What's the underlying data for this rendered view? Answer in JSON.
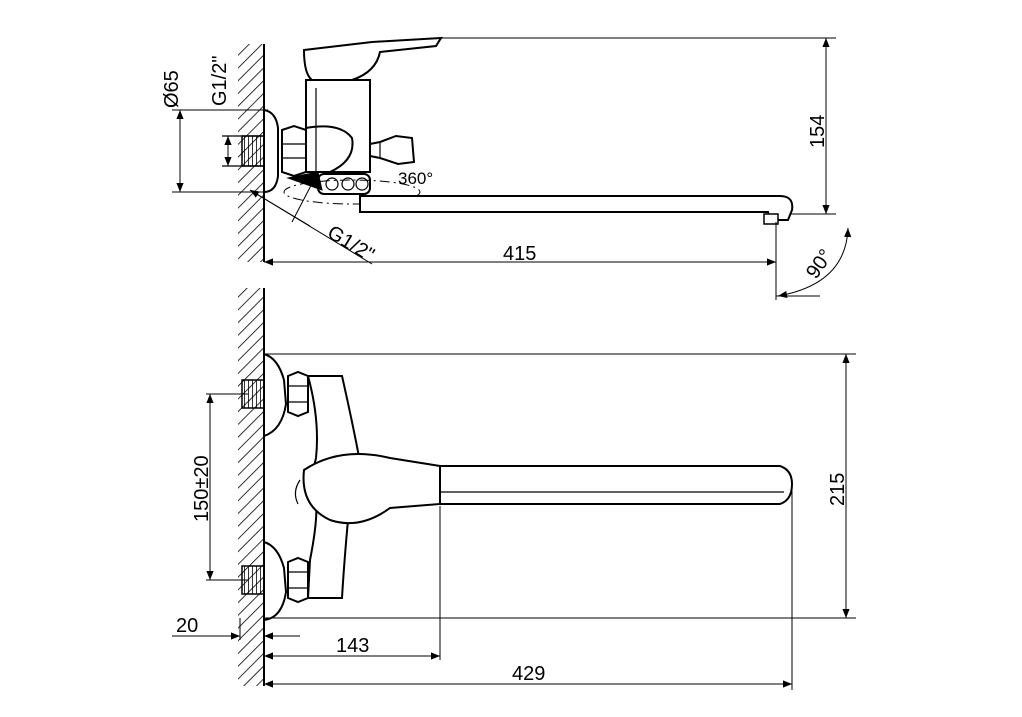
{
  "dimensions": {
    "top_diameter": "Ø65",
    "top_thread_left": "G1/2\"",
    "top_height": "154",
    "top_thread_diag": "G1/2\"",
    "top_rotation": "360°",
    "top_length": "415",
    "top_angle": "90°",
    "front_spacing": "150±20",
    "front_height": "215",
    "front_offset": "20",
    "front_handle": "143",
    "front_total": "429"
  }
}
